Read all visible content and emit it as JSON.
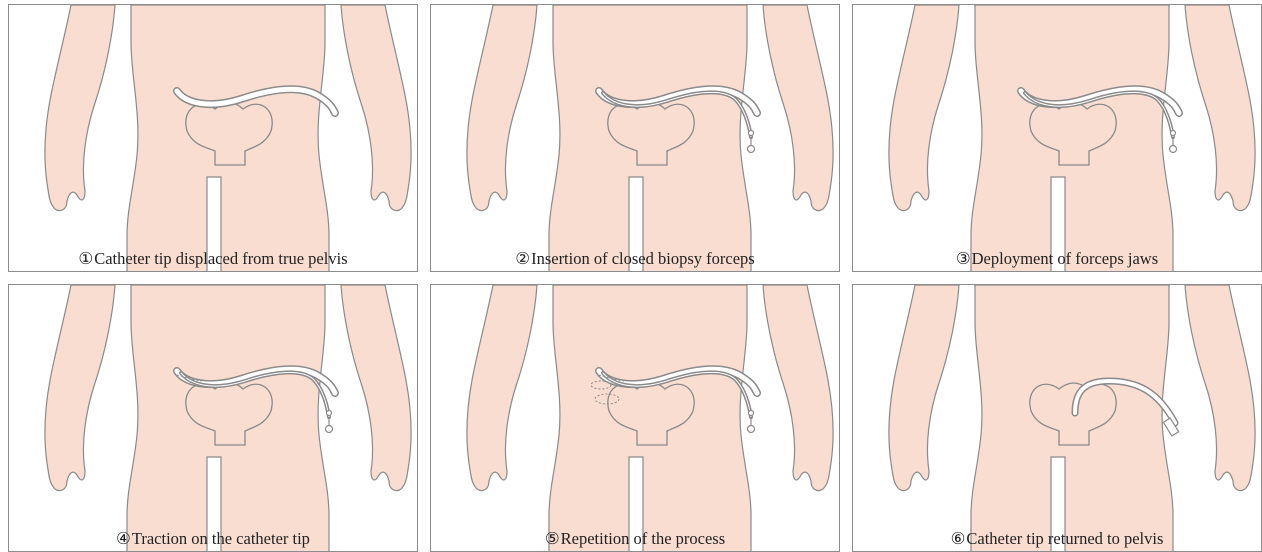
{
  "colors": {
    "skin": "#f9ddd0",
    "outline": "#8a8a8a",
    "border": "#8c8c8c",
    "text": "#222222"
  },
  "panels": [
    {
      "number": "①",
      "caption": "Catheter tip displaced from true pelvis",
      "variant": "displaced"
    },
    {
      "number": "②",
      "caption": "Insertion of closed biopsy forceps",
      "variant": "insert"
    },
    {
      "number": "③",
      "caption": "Deployment of forceps jaws",
      "variant": "deploy"
    },
    {
      "number": "④",
      "caption": "Traction on the catheter tip",
      "variant": "traction"
    },
    {
      "number": "⑤",
      "caption": "Repetition of the process",
      "variant": "repeat"
    },
    {
      "number": "⑥",
      "caption": "Catheter tip returned to pelvis",
      "variant": "returned"
    }
  ]
}
